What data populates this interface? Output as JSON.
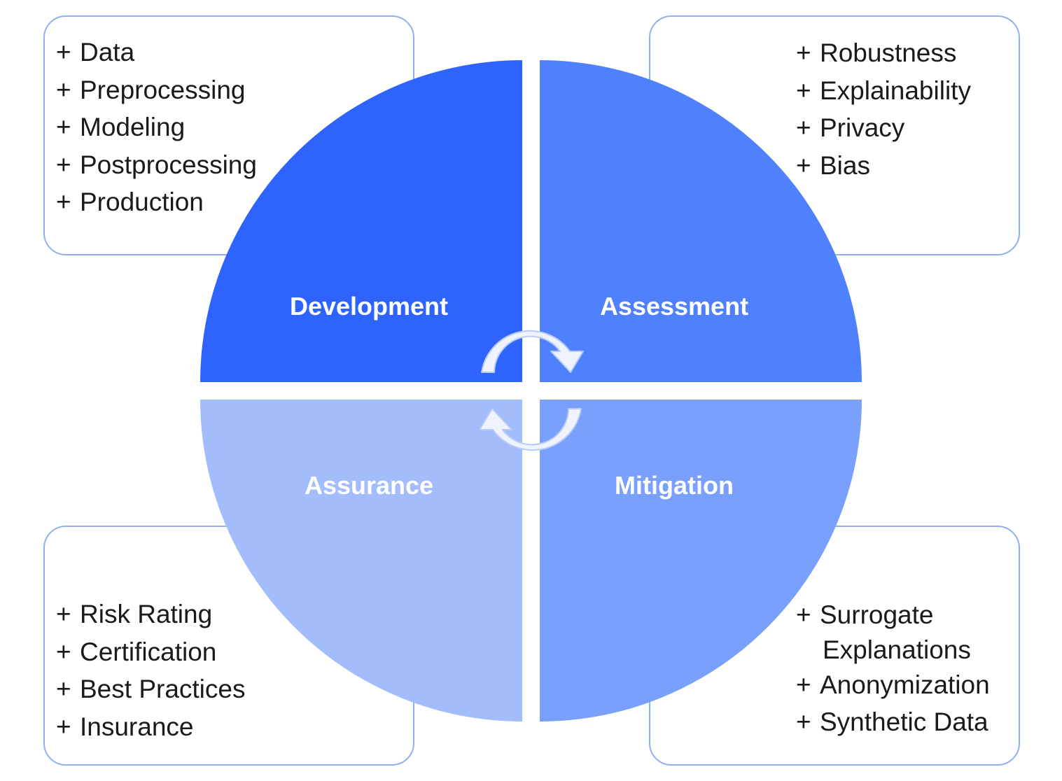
{
  "colors": {
    "development": "#2e63fe",
    "assessment": "#4f81fe",
    "mitigation": "#78a0fc",
    "assurance": "#a3bdfc",
    "box_border": "#8fb0ee",
    "arrow_fill": "#eef3ff",
    "arrow_stroke": "#b7cbf5"
  },
  "quadrants": {
    "development": {
      "label": "Development",
      "items": [
        "Data",
        "Preprocessing",
        "Modeling",
        "Postprocessing",
        "Production"
      ]
    },
    "assessment": {
      "label": "Assessment",
      "items": [
        "Robustness",
        "Explainability",
        "Privacy",
        "Bias"
      ]
    },
    "assurance": {
      "label": "Assurance",
      "items": [
        "Risk Rating",
        "Certification",
        "Best Practices",
        "Insurance"
      ]
    },
    "mitigation": {
      "label": "Mitigation",
      "items": [
        "Surrogate",
        "Explanations",
        "Anonymization",
        "Synthetic Data"
      ]
    }
  },
  "icons": {
    "top": "cycle-arrow-clockwise-icon",
    "bottom": "cycle-arrow-return-icon"
  }
}
